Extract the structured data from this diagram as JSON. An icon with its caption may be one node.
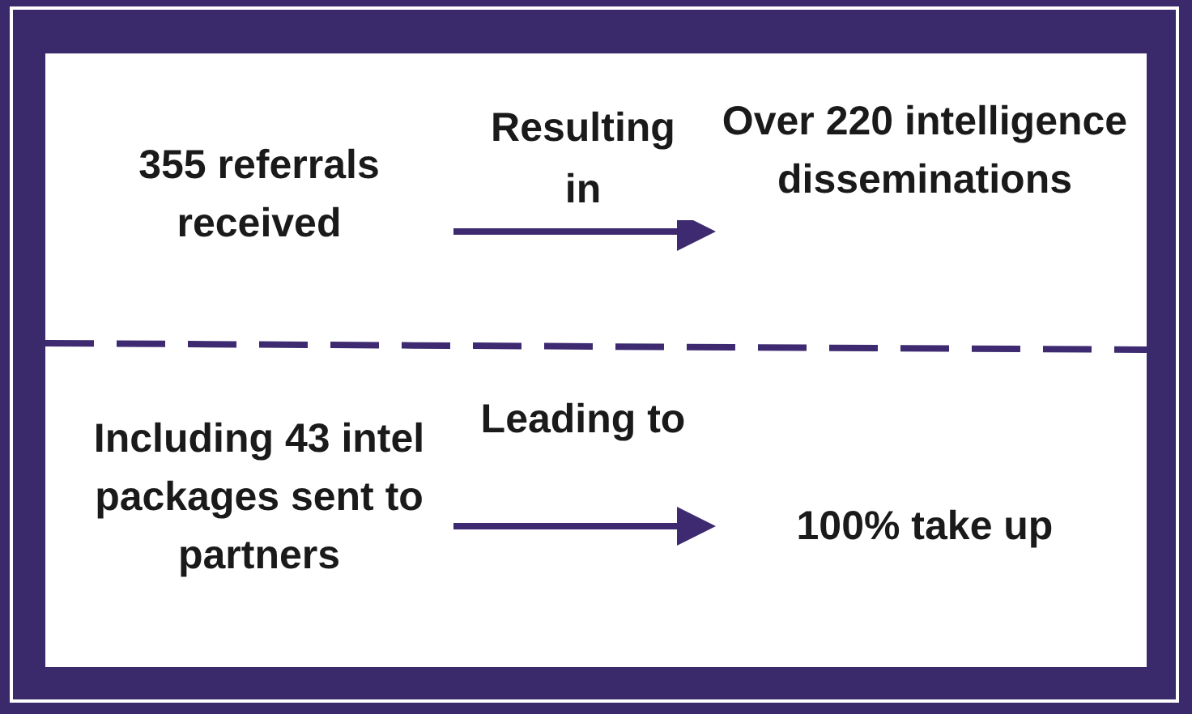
{
  "diagram": {
    "nodes": [
      {
        "text": [
          "**355** referrals received"
        ]
      },
      {
        "text": [
          "Over **220** intelligence disseminations"
        ]
      },
      {
        "text": [
          "Including **43** intel packages sent to partners"
        ]
      },
      {
        "text": [
          "**100%** take up"
        ]
      }
    ],
    "edges": [
      {
        "from": 0,
        "to": 1,
        "arrow": "to",
        "label": "Resulting in"
      },
      {
        "from": 2,
        "to": 3,
        "arrow": "to",
        "label": "Leading to"
      }
    ]
  }
}
